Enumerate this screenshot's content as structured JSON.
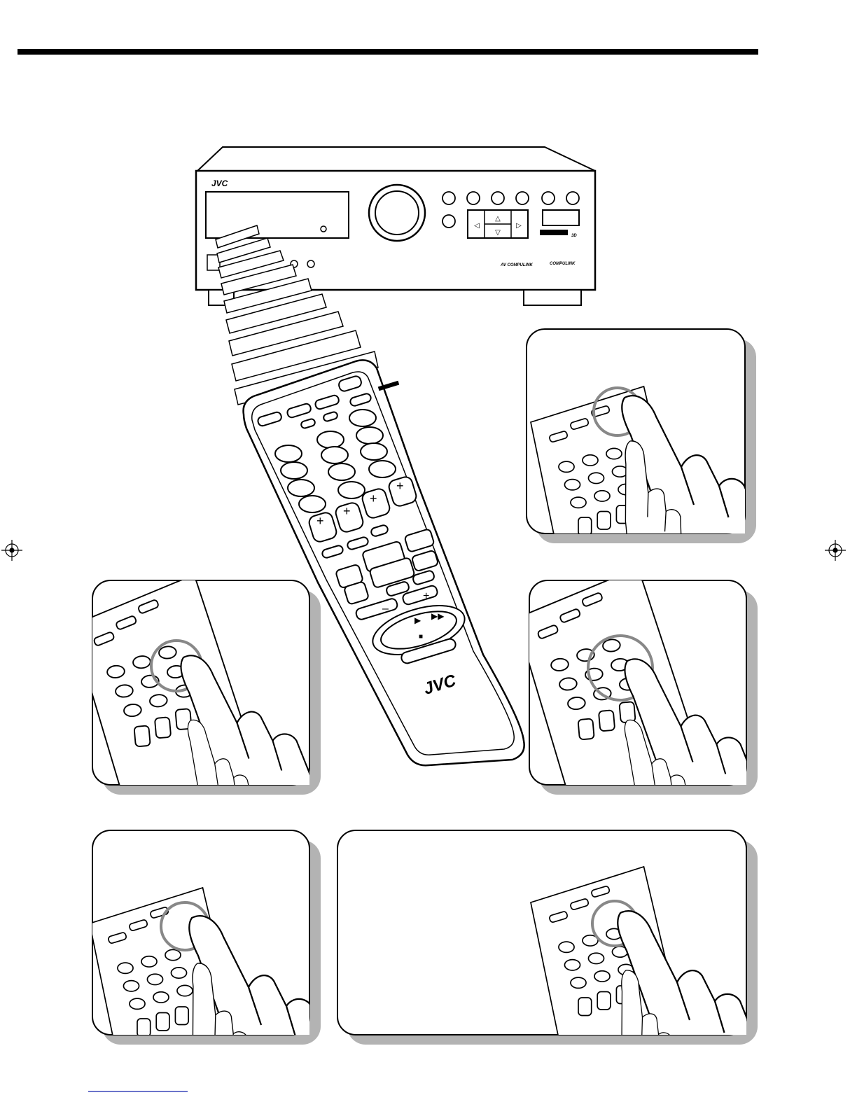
{
  "page": {
    "background": "#ffffff",
    "rule_color": "#000000",
    "shadow_color": "#b3b3b3",
    "skin_color": "#ffffff"
  },
  "receiver": {
    "brand": "JVC",
    "panel_logo_left": "AV COMPULINK",
    "panel_logo_right": "COMPULINK",
    "badge": "3D"
  },
  "remote": {
    "brand": "JVC"
  },
  "panels": [
    {
      "id": "top-right",
      "depicts": "finger-pressing-top-button"
    },
    {
      "id": "middle-left",
      "depicts": "finger-pressing-center-button"
    },
    {
      "id": "middle-right",
      "depicts": "finger-pressing-minus-plus-buttons"
    },
    {
      "id": "bottom-left",
      "depicts": "finger-pressing-top-bar-button"
    },
    {
      "id": "bottom-wide",
      "depicts": "finger-pressing-top-round-button"
    }
  ]
}
